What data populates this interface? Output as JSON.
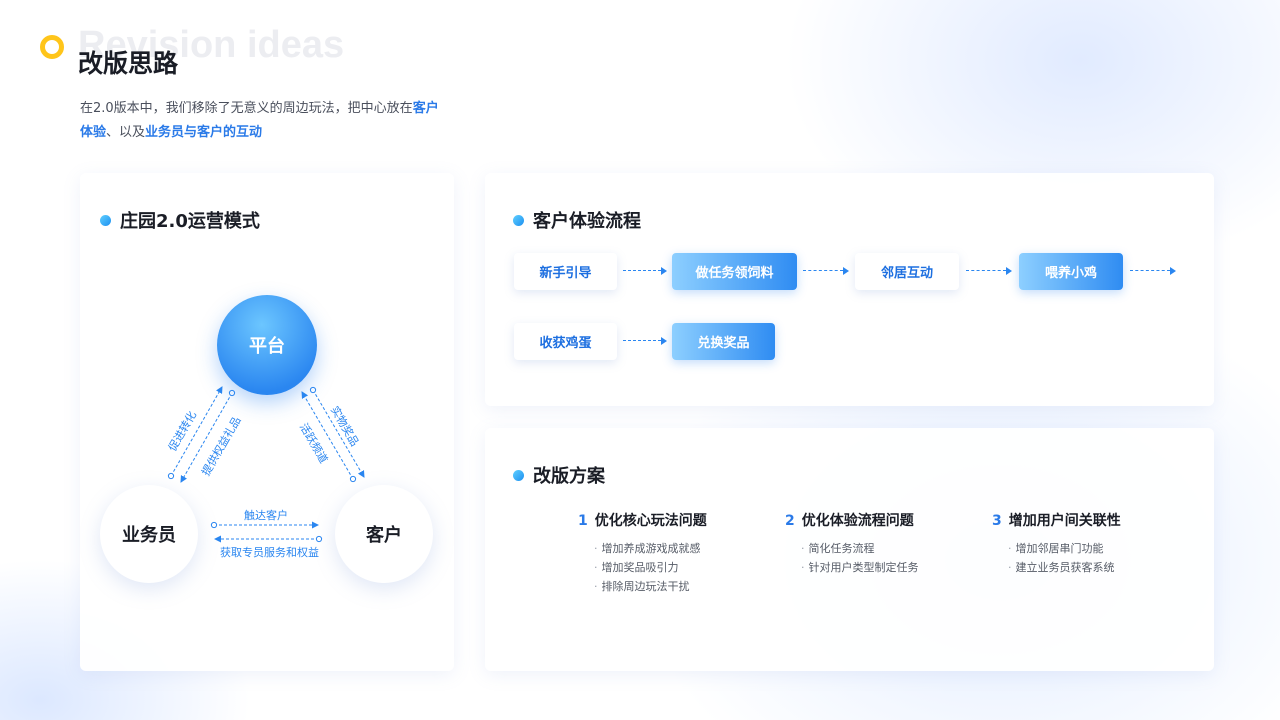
{
  "header": {
    "ghost_title": "Revision ideas",
    "title": "改版思路",
    "intro_parts": [
      "在2.0版本中，我们移除了无意义的周边玩法，把中心放在",
      "客户体验",
      "、以及",
      "业务员与客户的互动"
    ]
  },
  "model_card": {
    "title": "庄园2.0运营模式",
    "nodes": {
      "platform": "平台",
      "sales": "业务员",
      "customer": "客户"
    },
    "edges": {
      "left_outer": "促进转化",
      "left_inner": "提供权益礼品",
      "right_inner": "活跃频道",
      "right_outer": "实物奖品",
      "bottom_top": "触达客户",
      "bottom_bottom": "获取专员服务和权益"
    }
  },
  "flow_card": {
    "title": "客户体验流程",
    "steps": [
      "新手引导",
      "做任务领饲料",
      "邻居互动",
      "喂养小鸡",
      "收获鸡蛋",
      "兑换奖品"
    ]
  },
  "plan_card": {
    "title": "改版方案",
    "columns": [
      {
        "num": "1",
        "title": "优化核心玩法问题",
        "items": [
          "增加养成游戏成就感",
          "增加奖品吸引力",
          "排除周边玩法干扰"
        ]
      },
      {
        "num": "2",
        "title": "优化体验流程问题",
        "items": [
          "简化任务流程",
          "针对用户类型制定任务"
        ]
      },
      {
        "num": "3",
        "title": "增加用户间关联性",
        "items": [
          "增加邻居串门功能",
          "建立业务员获客系统"
        ]
      }
    ]
  },
  "colors": {
    "accent": "#2a86f0",
    "ring": "#ffc51a",
    "text": "#1a1d26"
  }
}
